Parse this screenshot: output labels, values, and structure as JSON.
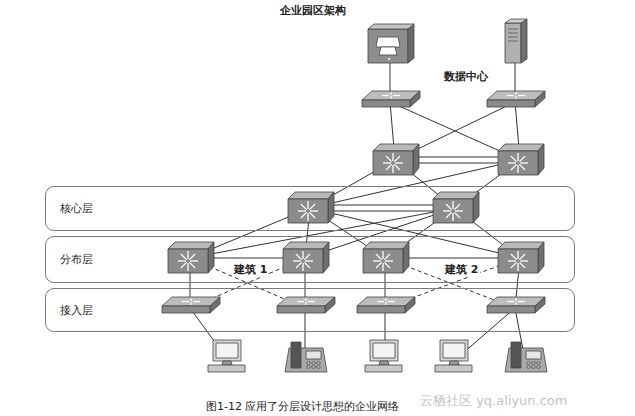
{
  "diagram": {
    "title": "企业园区架构",
    "caption": "图1-12 应用了分层设计思想的企业网络",
    "nodes": [
      {
        "text": [
          "核心层"
        ]
      },
      {
        "text": [
          "分布层"
        ]
      },
      {
        "text": [
          "接入层"
        ]
      }
    ],
    "labels": [
      "数据中心",
      "建筑 1",
      "建筑 2",
      "云栖社区 yq.aliyun.com"
    ]
  }
}
